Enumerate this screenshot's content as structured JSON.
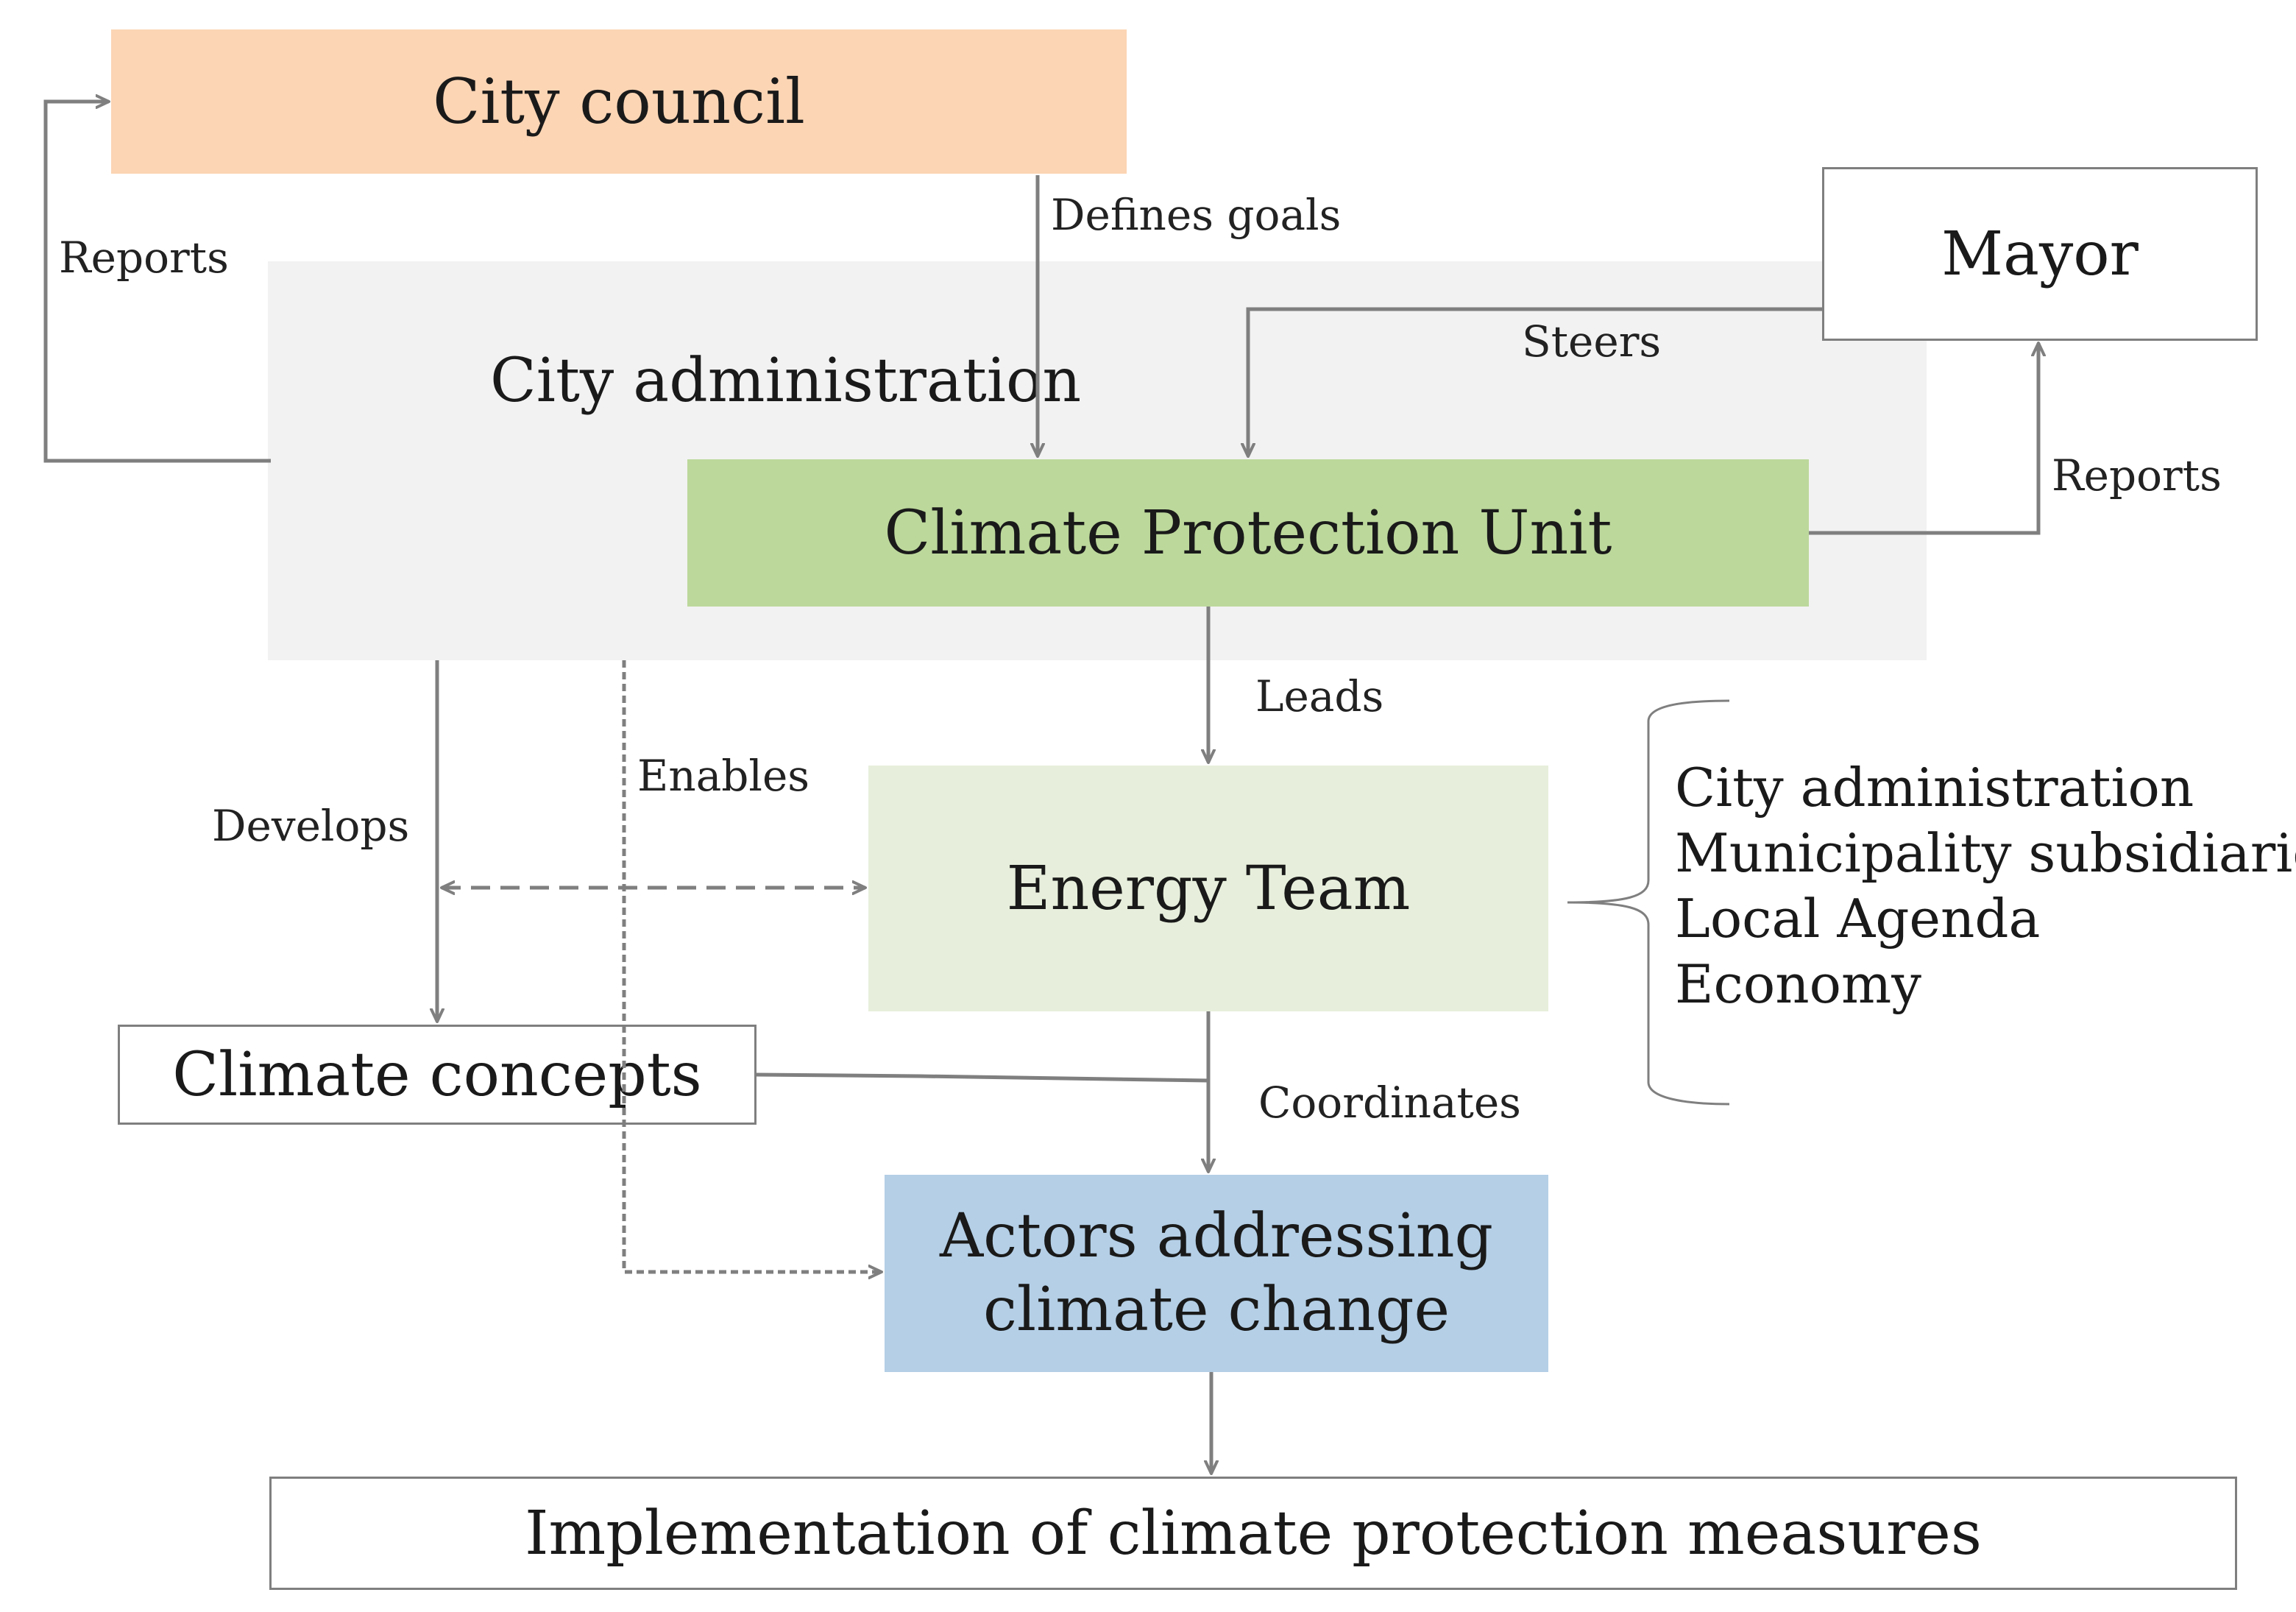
{
  "nodes": {
    "city_council": "City council",
    "city_administration": "City administration",
    "mayor": "Mayor",
    "climate_protection_unit": "Climate Protection Unit",
    "energy_team": "Energy Team",
    "climate_concepts": "Climate concepts",
    "actors_line1": "Actors addressing",
    "actors_line2": "climate change",
    "implementation": "Implementation of climate protection measures"
  },
  "edges": {
    "council_to_cpu": "Defines goals",
    "admin_to_council": "Reports",
    "mayor_to_cpu": "Steers",
    "cpu_to_mayor": "Reports",
    "cpu_to_energy_team": "Leads",
    "admin_to_concepts": "Develops",
    "admin_to_actors": "Enables",
    "energy_team_to_actors": "Coordinates"
  },
  "energy_team_members": [
    "City administration",
    "Municipality subsidiaries",
    "Local Agenda",
    "Economy"
  ],
  "colors": {
    "city_council": "#fcd5b4",
    "city_administration_region": "#f2f2f2",
    "climate_protection_unit": "#bcd89b",
    "energy_team": "#e7efdc",
    "actors": "#b4cfe6",
    "connector": "#7f7f7f"
  }
}
